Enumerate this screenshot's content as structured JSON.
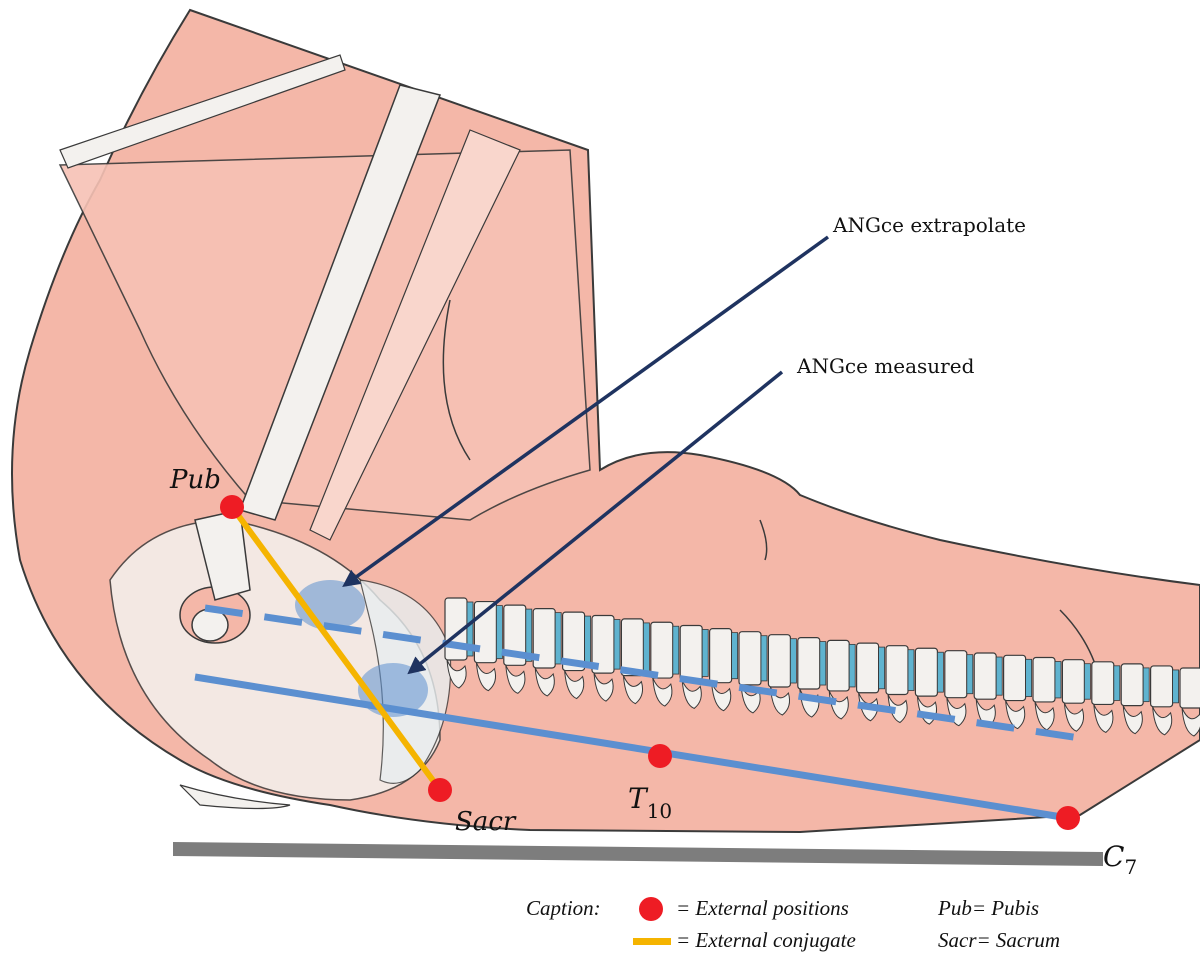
{
  "annotations": {
    "extrapolate": "ANGce extrapolate",
    "measured": "ANGce measured"
  },
  "points": {
    "pub": "Pub",
    "sacr": "Sacr",
    "t10_main": "T",
    "t10_sub": "10",
    "c7_main": "C",
    "c7_sub": "7"
  },
  "caption": {
    "title": "Caption:",
    "external_positions": "= External positions",
    "external_conjugate": "= External conjugate",
    "pub_def": "Pub= Pubis",
    "sacr_def": "Sacr= Sacrum"
  },
  "colors": {
    "skin": "#f4b7a8",
    "skin_light": "#f9d6cc",
    "bone": "#f3f1ee",
    "disc": "#5fb3cf",
    "outline": "#3a3a3a",
    "marker": "#ee1c24",
    "conjugate": "#f5b400",
    "axis_line": "#5b8fd0",
    "arrow": "#1f3360",
    "bed": "#7d7d7d"
  }
}
